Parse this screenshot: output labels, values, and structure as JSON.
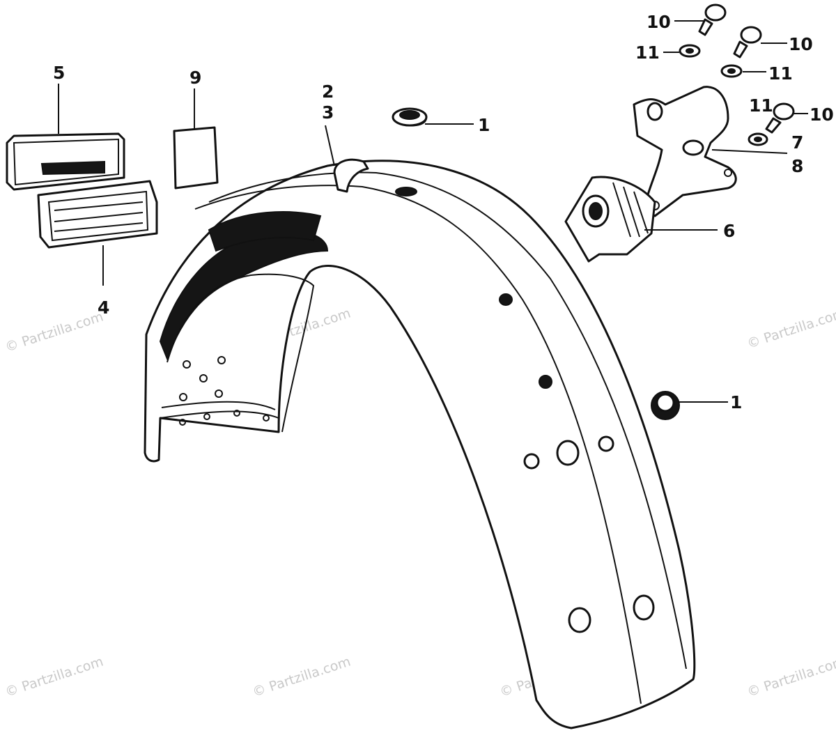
{
  "watermark": "© Partzilla.com",
  "callouts": {
    "c1a": "1",
    "c1b": "1",
    "c2": "2",
    "c3": "3",
    "c4": "4",
    "c5": "5",
    "c6": "6",
    "c7": "7",
    "c8": "8",
    "c9": "9",
    "c10a": "10",
    "c10b": "10",
    "c10c": "10",
    "c11a": "11",
    "c11b": "11",
    "c11c": "11"
  }
}
